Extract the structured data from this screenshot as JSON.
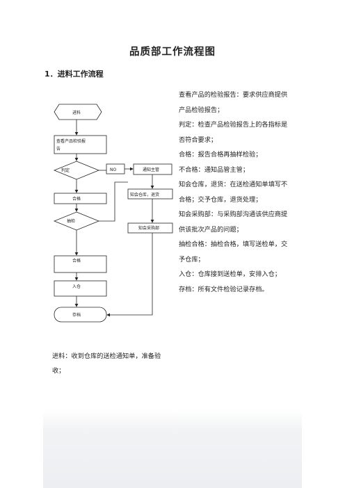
{
  "title": "品质部工作流程图",
  "section_heading": "1．进料工作流程",
  "flowchart": {
    "incoming": "进料",
    "review_report": "查看产品检验报告",
    "judge": "判定",
    "no_label": "NO",
    "notify_supervisor": "通知主管",
    "notify_warehouse": "知会仓库，退货",
    "pass_1": "合格",
    "sampling": "抽检",
    "notify_purchasing": "知会采购部",
    "pass_2": "合格",
    "warehouse_in": "入仓",
    "archive": "存档"
  },
  "right_lines": [
    "查看产品的检验报告：要求供应商提供",
    "产品检验报告；",
    "判定：检查产品检验报告上的各指标是",
    "否符合要求；",
    "合格：报告合格再抽样检验；",
    "不合格：通知品管主管；",
    "知会仓库，退货：在送检通知单填写不",
    "合格；交予仓库，退货处理；",
    "知会采购部：与采购部沟通该供应商提",
    "供该批次产品的问题；",
    "抽检合格：抽检合格，填写送检单，交",
    "予仓库；",
    "入仓：仓库接到送检单，安排入仓；",
    "存档：所有文件检验记录存档。"
  ],
  "bottom_lines": [
    "进料：收到仓库的送检通知单，准备验",
    "收；"
  ]
}
